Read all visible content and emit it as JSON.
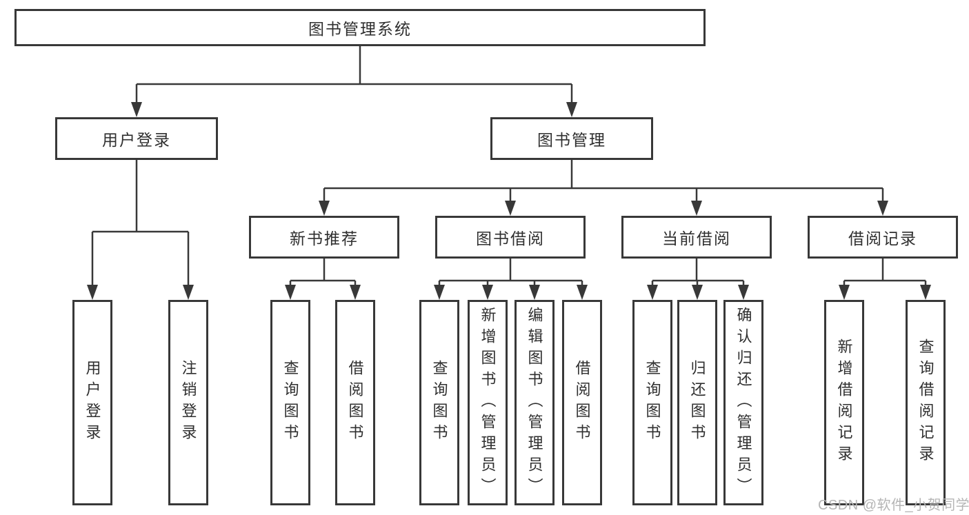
{
  "nodes": {
    "root": "图书管理系统",
    "level2": {
      "user_login": "用户登录",
      "book_mgmt": "图书管理"
    },
    "level3": [
      "新书推荐",
      "图书借阅",
      "当前借阅",
      "借阅记录"
    ],
    "leaves": [
      "用户登录",
      "注销登录",
      "查询图书",
      "借阅图书",
      "查询图书",
      "新增图书（管理员）",
      "编辑图书（管理员）",
      "借阅图书",
      "查询图书",
      "归还图书",
      "确认归还（管理员）",
      "新增借阅记录",
      "查询借阅记录"
    ]
  },
  "watermark": "CSDN @软件_小贺同学",
  "colors": {
    "line": "#383838",
    "text": "#2f2f2f",
    "background": "#ffffff",
    "watermark": "#b5b5b5"
  }
}
